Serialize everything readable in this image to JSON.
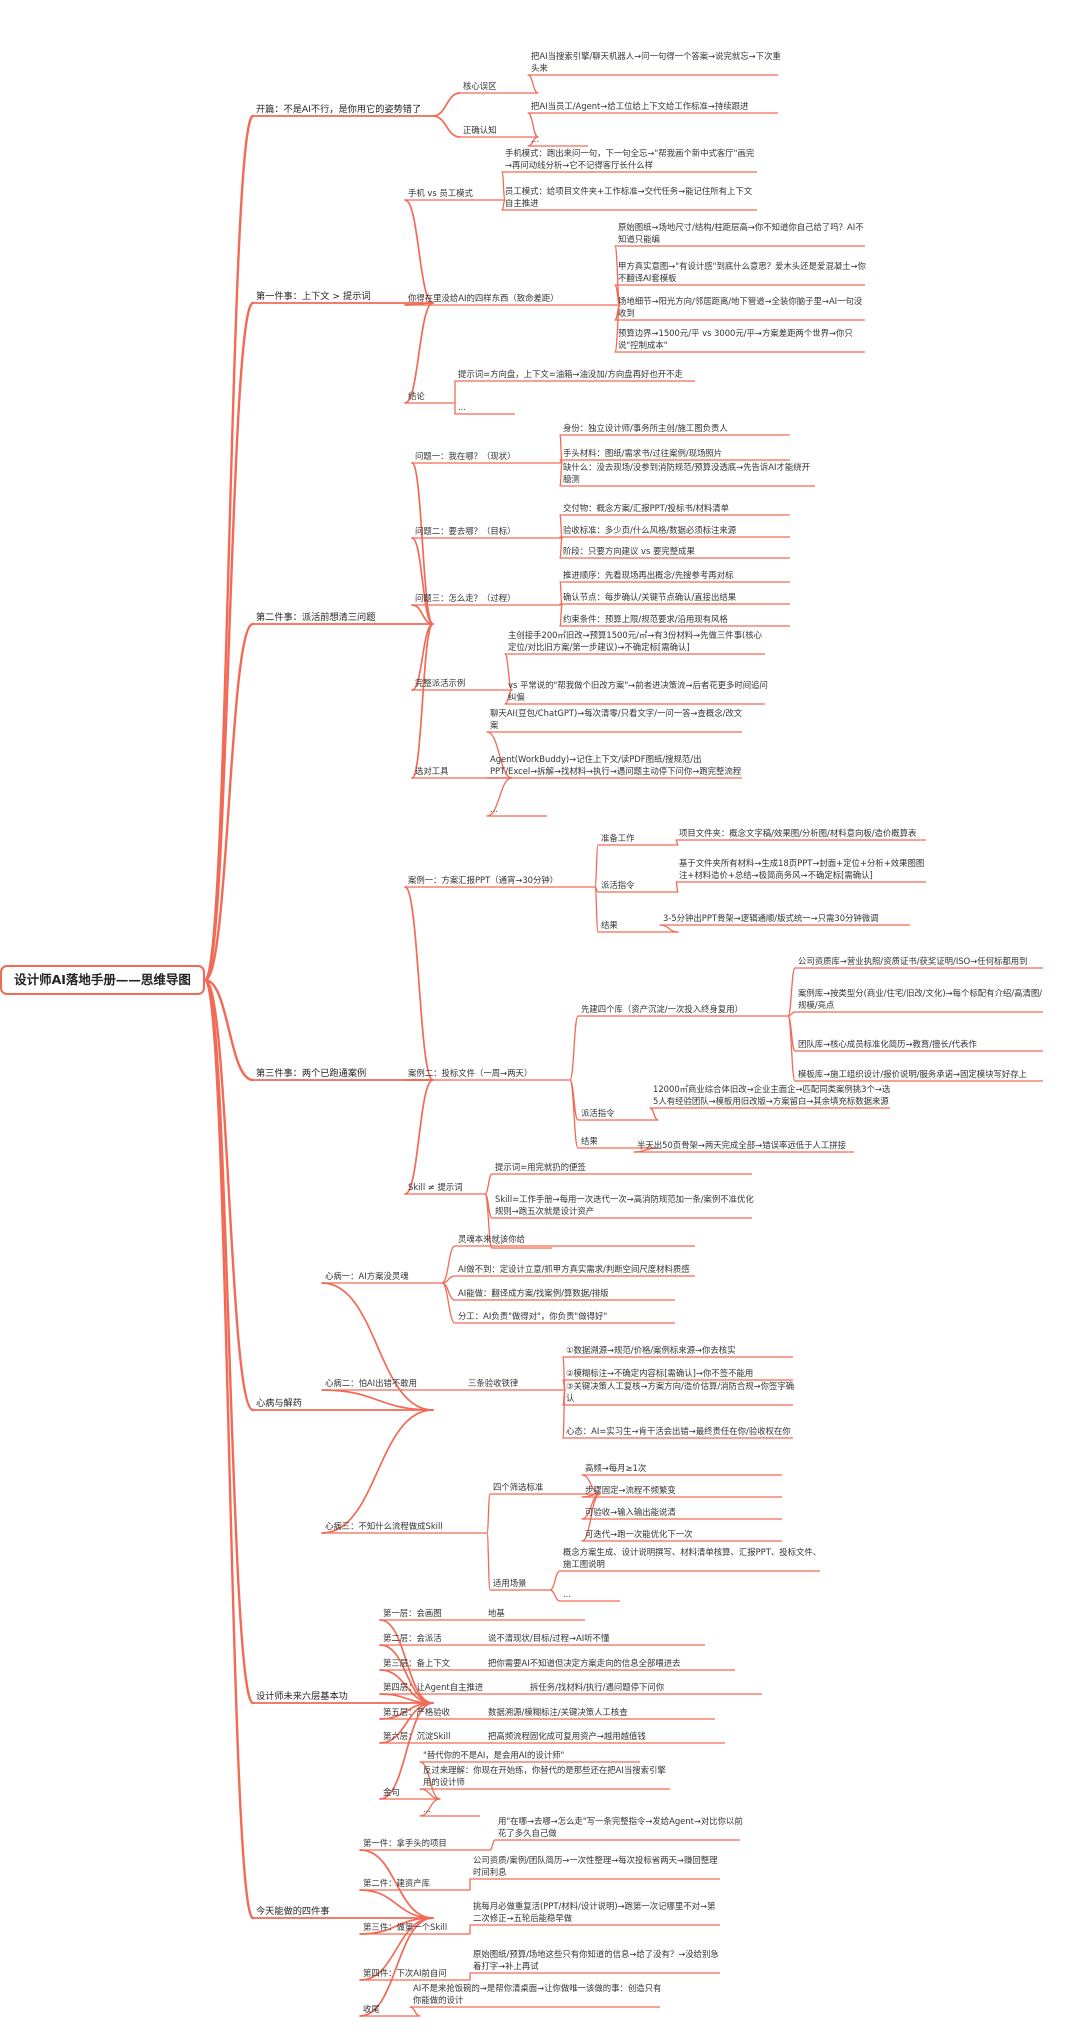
{
  "root": "设计师AI落地手册——思维导图",
  "colors": {
    "line": "#f26a55",
    "text": "#333333"
  },
  "branches": [
    {
      "label": "开篇：不是AI不行，是你用它的姿势错了",
      "children": [
        {
          "label": "核心误区",
          "children": [
            {
              "label": "把AI当搜索引擎/聊天机器人→问一句得一个答案→说完就忘→下次重头来"
            }
          ]
        },
        {
          "label": "正确认知",
          "children": [
            {
              "label": "把AI当员工/Agent→给工位给上下文给工作标准→持续跟进"
            },
            {
              "label": "..."
            }
          ]
        }
      ]
    },
    {
      "label": "第一件事：上下文 > 提示词",
      "children": [
        {
          "label": "手机 vs 员工模式",
          "children": [
            {
              "label": "手机模式：跑出来问一句，下一句全忘→\"帮我画个新中式客厅\"画完→再问动线分析→它不记得客厅长什么样"
            },
            {
              "label": "员工模式：给项目文件夹+工作标准→交代任务→能记住所有上下文自主推进"
            }
          ]
        },
        {
          "label": "你得在里没给AI的四样东西（致命差距）",
          "children": [
            {
              "label": "原始图纸→场地尺寸/结构/柱距层高→你不知道你自己给了吗？AI不知道只能编"
            },
            {
              "label": "甲方真实意图→\"有设计感\"到底什么意思？爱木头还是爱混凝土→你不翻译AI套模板"
            },
            {
              "label": "场地细节→阳光方向/邻居距离/地下管道→全装你脑子里→AI一句没收到"
            },
            {
              "label": "预算边界→1500元/平 vs 3000元/平→方案差距两个世界→你只说\"控制成本\""
            }
          ]
        },
        {
          "label": "结论",
          "children": [
            {
              "label": "提示词=方向盘，上下文=油箱→油没加/方向盘再好也开不走"
            },
            {
              "label": "..."
            }
          ]
        }
      ]
    },
    {
      "label": "第二件事：派活前想清三问题",
      "children": [
        {
          "label": "问题一：我在哪？（现状）",
          "children": [
            {
              "label": "身份：独立设计师/事务所主创/施工图负责人"
            },
            {
              "label": "手头材料：图纸/需求书/过往案例/现场照片"
            },
            {
              "label": "缺什么：没去现场/没参到消防规范/预算没透底→先告诉AI才能绕开臆测"
            }
          ]
        },
        {
          "label": "问题二：要去哪？（目标）",
          "children": [
            {
              "label": "交付物：概念方案/汇报PPT/投标书/材料清单"
            },
            {
              "label": "验收标准：多少页/什么风格/数据必须标注来源"
            },
            {
              "label": "阶段：只要方向建议 vs 要完整成果"
            }
          ]
        },
        {
          "label": "问题三：怎么走？（过程）",
          "children": [
            {
              "label": "推进顺序：先看现场再出概念/先搜参考再对标"
            },
            {
              "label": "确认节点：每步确认/关键节点确认/直接出结果"
            },
            {
              "label": "约束条件：预算上限/规范要求/沿用现有风格"
            }
          ]
        },
        {
          "label": "完整派活示例",
          "children": [
            {
              "label": "主创接手200㎡旧改→预算1500元/㎡→有3份材料→先做三件事(核心定位/对比旧方案/第一步建议)→不确定标[需确认]"
            },
            {
              "label": "vs 平常说的\"帮我做个旧改方案\"→前者进决策流→后者花更多时间追问纠偏"
            }
          ]
        },
        {
          "label": "选对工具",
          "children": [
            {
              "label": "聊天AI(豆包/ChatGPT)→每次清零/只看文字/一问一答→查概念/改文案"
            },
            {
              "label": "Agent(WorkBuddy)→记住上下文/读PDF图纸/搜规范/出PPT/Excel→拆解→找材料→执行→遇问题主动停下问你→跑完整流程"
            },
            {
              "label": "..."
            }
          ]
        }
      ]
    },
    {
      "label": "第三件事：两个已跑通案例",
      "children": [
        {
          "label": "案例一：方案汇报PPT（通宵→30分钟）",
          "children": [
            {
              "label": "准备工作",
              "children": [
                {
                  "label": "项目文件夹：概念文字稿/效果图/分析图/材料意向板/造价概算表"
                }
              ]
            },
            {
              "label": "派活指令",
              "children": [
                {
                  "label": "基于文件夹所有材料→生成18页PPT→封面+定位+分析+效果图图注+材料造价+总结→极简商务风→不确定标[需确认]"
                }
              ]
            },
            {
              "label": "结果",
              "children": [
                {
                  "label": "3-5分钟出PPT骨架→逻辑通顺/版式统一→只需30分钟微调"
                }
              ]
            }
          ]
        },
        {
          "label": "案例二：投标文件（一周→两天）",
          "children": [
            {
              "label": "先建四个库（资产沉淀/一次投入终身复用）",
              "children": [
                {
                  "label": "公司资质库→营业执照/资质证书/获奖证明/ISO→任何标都用到"
                },
                {
                  "label": "案例库→按类型分(商业/住宅/旧改/文化)→每个标配有介绍/高清图/规模/亮点"
                },
                {
                  "label": "团队库→核心成员标准化简历→教育/擅长/代表作"
                },
                {
                  "label": "模板库→施工组织设计/报价说明/服务承诺→固定模块写好存上"
                }
              ]
            },
            {
              "label": "派活指令",
              "children": [
                {
                  "label": "12000㎡商业综合体旧改→企业主面企→匹配同类案例挑3个→选5人有经验团队→模板用旧改版→方案留白→其余填充标数据来源"
                }
              ]
            },
            {
              "label": "结果",
              "children": [
                {
                  "label": "半天出50页骨架→两天完成全部→错误率远低于人工拼接"
                }
              ]
            }
          ]
        },
        {
          "label": "Skill ≠ 提示词",
          "children": [
            {
              "label": "提示词=用完就扔的便签"
            },
            {
              "label": "Skill=工作手册→每用一次迭代一次→高消防规范加一条/案例不准优化规则→跑五次就是设计资产"
            },
            {
              "label": "..."
            }
          ]
        }
      ]
    },
    {
      "label": "心病与解药",
      "children": [
        {
          "label": "心病一：AI方案没灵魂",
          "children": [
            {
              "label": "灵魂本来就该你给"
            },
            {
              "label": "AI做不到：定设计立意/抓甲方真实需求/判断空间尺度材料质感"
            },
            {
              "label": "AI能做：翻译成方案/找案例/算数据/排版"
            },
            {
              "label": "分工：AI负责\"做得对\"，你负责\"做得好\""
            }
          ]
        },
        {
          "label": "心病二：怕AI出错不敢用",
          "children": [
            {
              "label": "三条验收铁律",
              "children": [
                {
                  "label": "①数据溯源→规范/价格/案例标来源→你去核实"
                },
                {
                  "label": "②模糊标注→不确定内容标[需确认]→你不签不能用"
                },
                {
                  "label": "③关键决策人工复核→方案方向/造价估算/消防合规→你签字确认"
                },
                {
                  "label": "心态：AI=实习生→肯干活会出错→最终责任在你/验收权在你"
                }
              ]
            }
          ]
        },
        {
          "label": "心病三：不知什么流程做成Skill",
          "children": [
            {
              "label": "四个筛选标准",
              "children": [
                {
                  "label": "高频→每月≥1次"
                },
                {
                  "label": "步骤固定→流程不频繁变"
                },
                {
                  "label": "可验收→输入输出能说清"
                },
                {
                  "label": "可迭代→跑一次能优化下一次"
                }
              ]
            },
            {
              "label": "适用场景",
              "children": [
                {
                  "label": "概念方案生成、设计说明撰写、材料清单核算、汇报PPT、投标文件、施工图说明"
                },
                {
                  "label": "..."
                }
              ]
            }
          ]
        }
      ]
    },
    {
      "label": "设计师未来六层基本功",
      "children": [
        {
          "label": "第一层：会画图",
          "children": [
            {
              "label": "地基"
            }
          ]
        },
        {
          "label": "第二层：会派活",
          "children": [
            {
              "label": "说不清现状/目标/过程→AI听不懂"
            }
          ]
        },
        {
          "label": "第三层：备上下文",
          "children": [
            {
              "label": "把你需要AI不知道但决定方案走向的信息全部喂进去"
            }
          ]
        },
        {
          "label": "第四层：让Agent自主推进",
          "children": [
            {
              "label": "拆任务/找材料/执行/遇问题停下问你"
            }
          ]
        },
        {
          "label": "第五层：严格验收",
          "children": [
            {
              "label": "数据溯源/模糊标注/关键决策人工核查"
            }
          ]
        },
        {
          "label": "第六层：沉淀Skill",
          "children": [
            {
              "label": "把高频流程固化成可复用资产→越用越值钱"
            }
          ]
        },
        {
          "label": "金句",
          "children": [
            {
              "label": "\"替代你的不是AI，是会用AI的设计师\""
            },
            {
              "label": "反过来理解：你现在开始练，你替代的是那些还在把AI当搜索引擎用的设计师"
            },
            {
              "label": "..."
            }
          ]
        }
      ]
    },
    {
      "label": "今天能做的四件事",
      "children": [
        {
          "label": "第一件：拿手头的项目",
          "children": [
            {
              "label": "用\"在哪→去哪→怎么走\"写一条完整指令→发给Agent→对比你以前花了多久自己做"
            }
          ]
        },
        {
          "label": "第二件：建资产库",
          "children": [
            {
              "label": "公司资质/案例/团队简历→一次性整理→每次投标省两天→赚回整理时间利息"
            }
          ]
        },
        {
          "label": "第三件：做第一个Skill",
          "children": [
            {
              "label": "挑每月必做重复活(PPT/材料/设计说明)→跑第一次记哪里不对→第二次修正→五轮后能稳早做"
            }
          ]
        },
        {
          "label": "第四件：下次AI前自问",
          "children": [
            {
              "label": "原始图纸/预算/场地这些只有你知道的信息→给了没有？→没给别急着打字→补上再试"
            }
          ]
        },
        {
          "label": "收尾",
          "children": [
            {
              "label": "AI不是来抢饭碗的→是帮你清桌面→让你做唯一该做的事：创造只有你能做的设计"
            }
          ]
        }
      ]
    }
  ]
}
